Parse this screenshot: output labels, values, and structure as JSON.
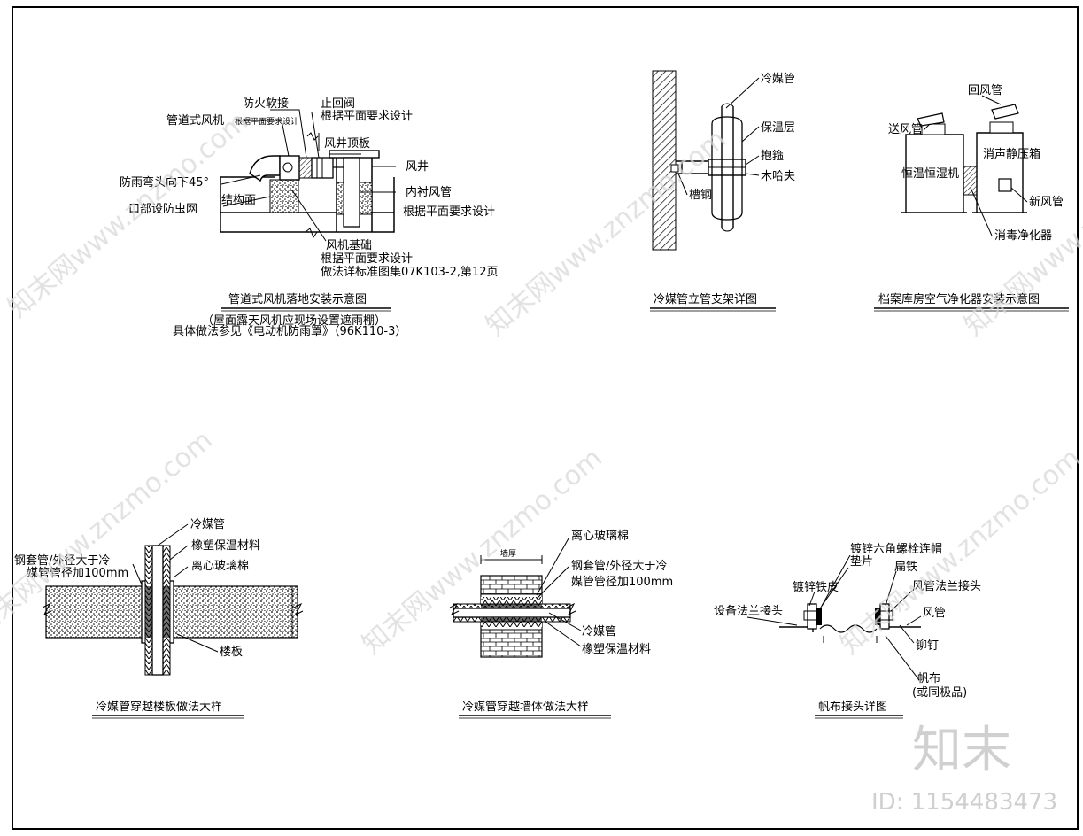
{
  "drawings": {
    "fan": {
      "title": "管道式风机落地安装示意图",
      "note1": "（屋面露天风机应现场设置遮雨棚）",
      "note2": "具体做法参见《电动机防雨罩》（96K110-3）",
      "labels": {
        "duct_fan": "管道式风机",
        "duct_fan_sub": "根据平面要求设计",
        "fire_joint": "防火软接",
        "check_valve": "止回阀",
        "check_valve_sub": "根据平面要求设计",
        "shaft_roof": "风井顶板",
        "shaft": "风井",
        "inner_duct": "内衬风管",
        "inner_duct_sub": "根据平面要求设计",
        "rain_elbow": "防雨弯头向下45°",
        "insect_net": "口部设防虫网",
        "structure": "结构面",
        "fan_base": "风机基础",
        "fan_base_sub": "根据平面要求设计",
        "fan_base_ref": "做法详标准图集07K103-2,第12页"
      }
    },
    "riser": {
      "title": "冷媒管立管支架详图",
      "labels": {
        "refrigerant_pipe": "冷媒管",
        "insulation": "保温层",
        "hoop": "抱箍",
        "wood_block": "木哈夫",
        "channel_steel": "槽钢"
      }
    },
    "archive": {
      "title": "档案库房空气净化器安装示意图",
      "labels": {
        "return_air": "回风管",
        "supply_air": "送风管",
        "muffler_box": "消声静压箱",
        "const_temp": "恒温恒湿机",
        "fresh_air": "新风管",
        "purifier": "消毒净化器"
      }
    },
    "floor": {
      "title": "冷媒管穿越楼板做法大样",
      "labels": {
        "refrigerant_pipe": "冷媒管",
        "rubber_insulation": "橡塑保温材料",
        "sleeve_1": "钢套管/外径大于冷",
        "sleeve_2": "媒管管径加100mm",
        "glass_wool": "离心玻璃棉",
        "slab": "楼板"
      }
    },
    "wall": {
      "title": "冷媒管穿越墙体做法大样",
      "labels": {
        "glass_wool": "离心玻璃棉",
        "sleeve_1": "钢套管/外径大于冷",
        "sleeve_2": "媒管管径加100mm",
        "refrigerant_pipe": "冷媒管",
        "rubber_insulation": "橡塑保温材料",
        "dim": "墙厚"
      }
    },
    "canvas": {
      "title": "帆布接头详图",
      "labels": {
        "bolt": "镀锌六角螺栓连帽",
        "gasket": "垫片",
        "galv_sheet": "镀锌铁皮",
        "flat_iron": "扁铁",
        "duct_flange": "风管法兰接头",
        "equip_flange": "设备法兰接头",
        "duct": "风管",
        "rivet": "铆钉",
        "canvas_1": "帆布",
        "canvas_2": "(或同极品)"
      }
    }
  },
  "watermark": {
    "site": "知末网www.znzmo.com",
    "brand": "知末",
    "id_text": "ID: 1154483473"
  }
}
